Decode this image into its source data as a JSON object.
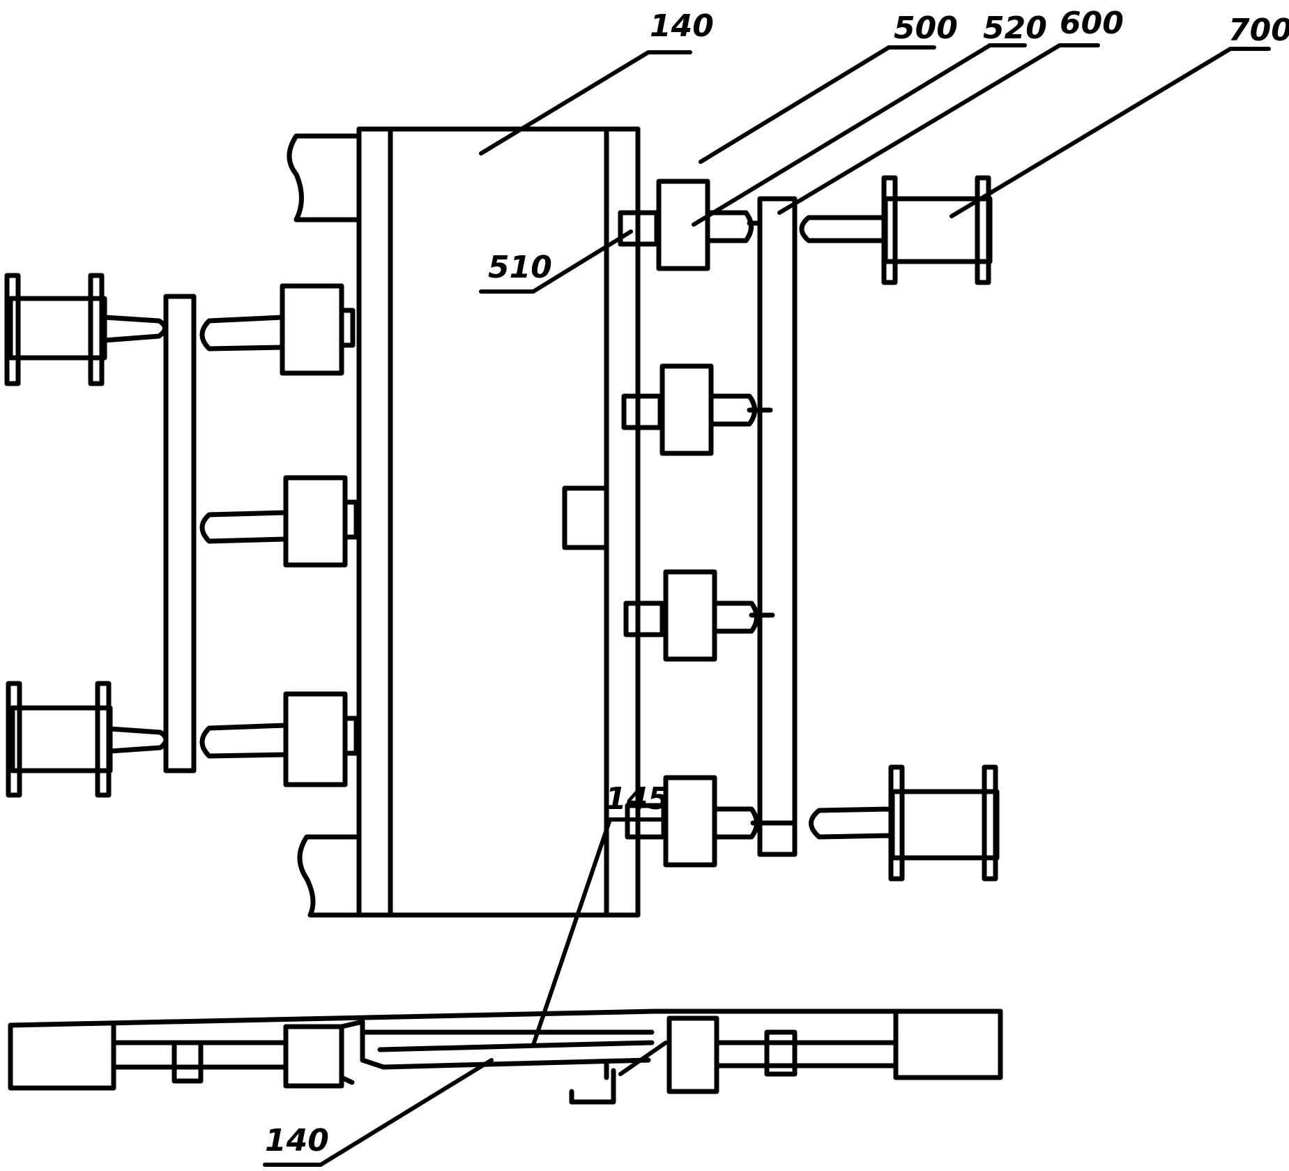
{
  "labels": {
    "top_140": "140",
    "l500": "500",
    "l520": "520",
    "l600": "600",
    "l700": "700",
    "l510": "510",
    "l145": "145",
    "bottom_140": "140"
  },
  "colors": {
    "ink": "#000000",
    "paper": "#ffffff"
  }
}
